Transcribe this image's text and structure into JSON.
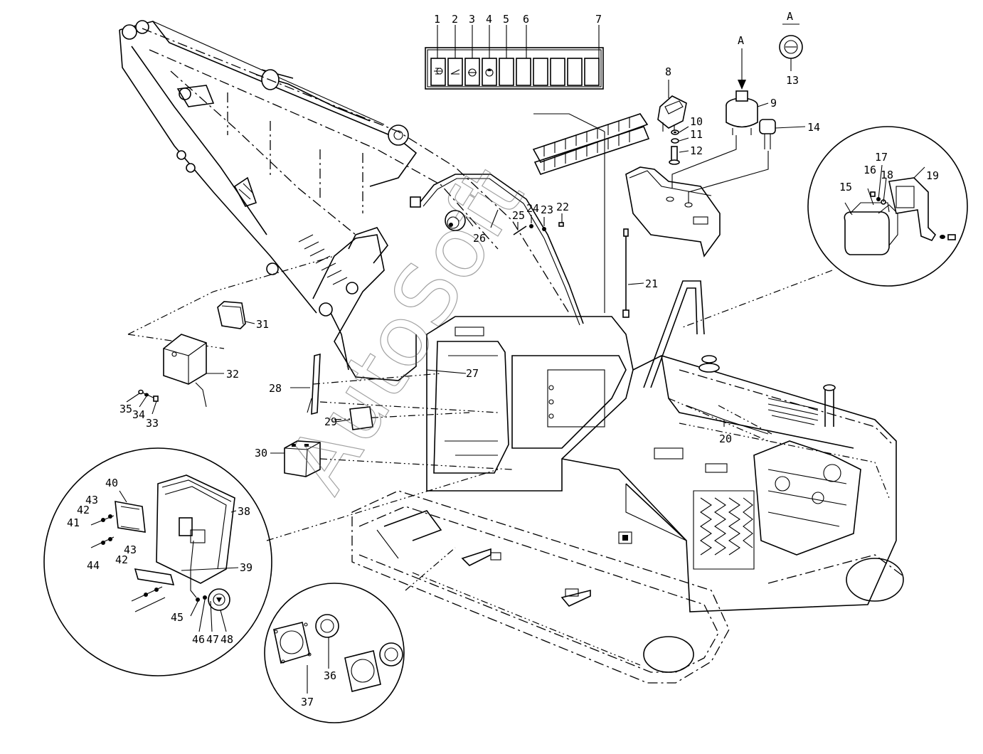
{
  "watermark": "AutoSoft",
  "view_label": "A",
  "view_arrow_label": "A",
  "part_labels": {
    "p1": "1",
    "p2": "2",
    "p3": "3",
    "p4": "4",
    "p5": "5",
    "p6": "6",
    "p7": "7",
    "p8": "8",
    "p9": "9",
    "p10": "10",
    "p11": "11",
    "p12": "12",
    "p13": "13",
    "p14": "14",
    "p15": "15",
    "p16": "16",
    "p17": "17",
    "p18": "18",
    "p19": "19",
    "p20": "20",
    "p21": "21",
    "p22": "22",
    "p23": "23",
    "p24": "24",
    "p25": "25",
    "p26": "26",
    "p27": "27",
    "p28": "28",
    "p29": "29",
    "p30": "30",
    "p31": "31",
    "p32": "32",
    "p33": "33",
    "p34": "34",
    "p35": "35",
    "p36": "36",
    "p37": "37",
    "p38": "38",
    "p39": "39",
    "p40": "40",
    "p41": "41",
    "p42": "42",
    "p43": "43",
    "p43b": "43",
    "p42b": "42",
    "p44": "44",
    "p45": "45",
    "p46": "46",
    "p47": "47",
    "p48": "48"
  },
  "icons": {
    "switch_panel": "rocker-switch-panel-icon",
    "headlight": "headlight-icon",
    "wiper": "wiper-icon",
    "washer": "washer-icon",
    "beacon": "beacon-icon"
  }
}
